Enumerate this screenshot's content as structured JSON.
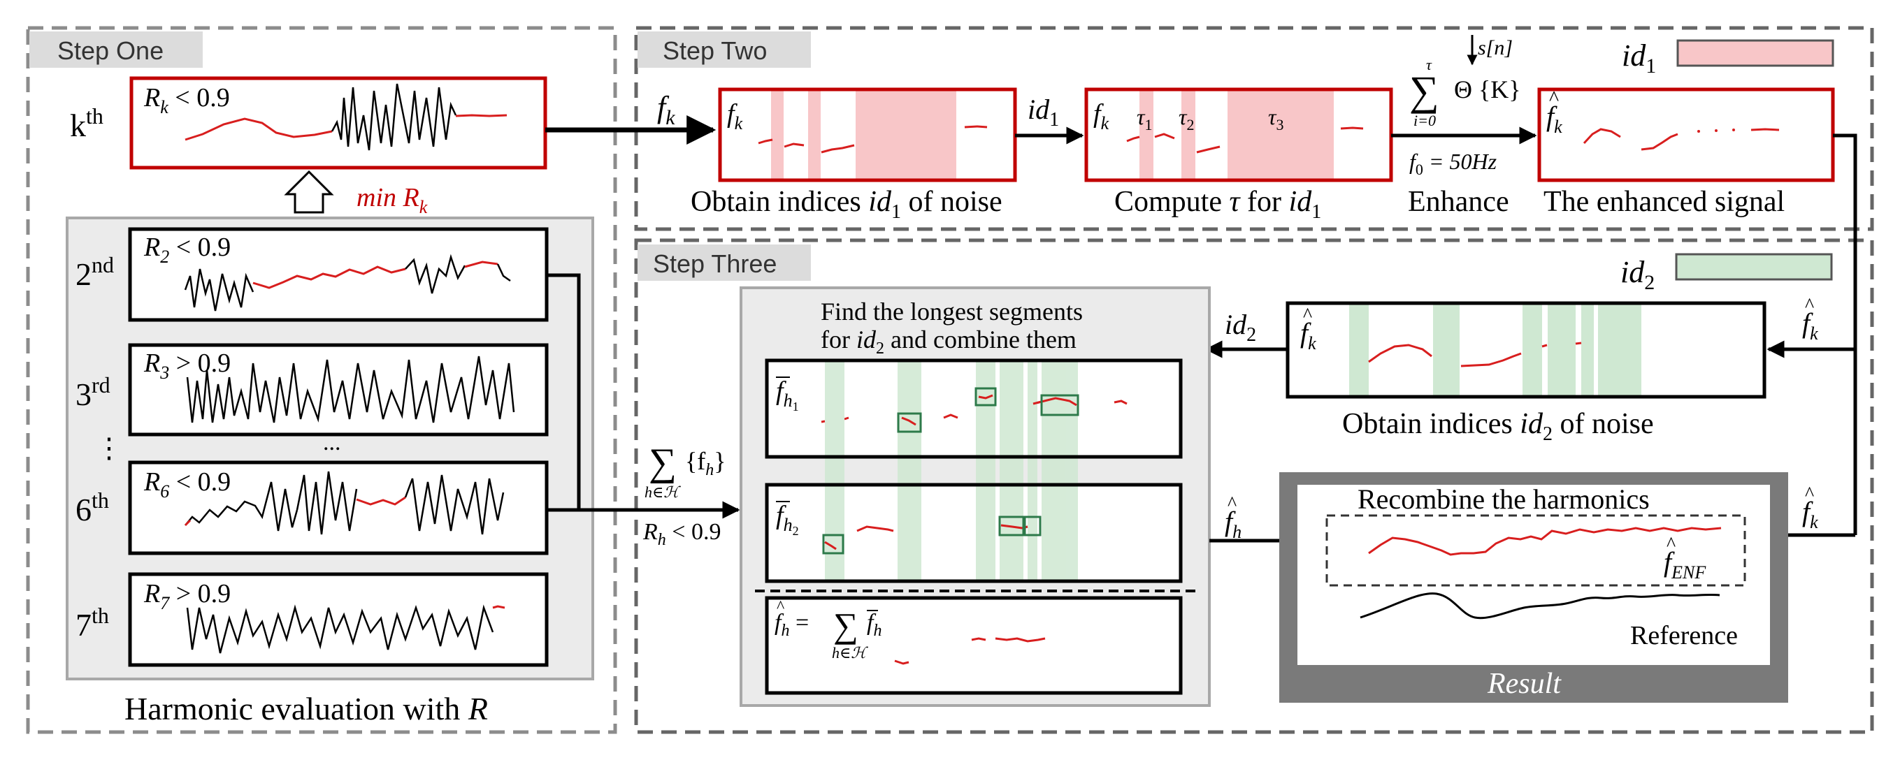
{
  "colors": {
    "signal_red": "#d81e1e",
    "box_red": "#c00000",
    "noise_pink": "#f8c6c8",
    "noise_green": "#cfe8d2",
    "highlight_green": "#2d7a4a",
    "panel_gray": "#ebebeb",
    "result_gray": "#7a7a7a",
    "dash_gray": "#8c8c8c"
  },
  "step_one": {
    "title": "Step One",
    "kth_label": "k",
    "kth_sup": "th",
    "kth_cond": "R",
    "kth_cond_sub": "k",
    "kth_cond_rest": " < 0.9",
    "min_label": "min R",
    "min_sub": "k",
    "harmonics": [
      {
        "ord": "2",
        "sup": "nd",
        "cond": "R",
        "sub": "2",
        "rest": " < 0.9"
      },
      {
        "ord": "3",
        "sup": "rd",
        "cond": "R",
        "sub": "3",
        "rest": " > 0.9"
      },
      {
        "ord": "6",
        "sup": "th",
        "cond": "R",
        "sub": "6",
        "rest": " < 0.9"
      },
      {
        "ord": "7",
        "sup": "th",
        "cond": "R",
        "sub": "7",
        "rest": " > 0.9"
      }
    ],
    "vdots": "⋮",
    "hdots": "...",
    "caption": "Harmonic evaluation with ",
    "caption_var": "R"
  },
  "step_two": {
    "title": "Step Two",
    "fk": "f",
    "fk_sub": "k",
    "box1_caption": "Obtain indices ",
    "box1_caption_var": "id",
    "box1_caption_sub": "1",
    "box1_caption_end": " of noise",
    "id1": "id",
    "id1_sub": "1",
    "tau_labels": [
      {
        "t": "τ",
        "s": "1"
      },
      {
        "t": "τ",
        "s": "2"
      },
      {
        "t": "τ",
        "s": "3"
      }
    ],
    "box2_caption": "Compute ",
    "box2_caption_tau": "τ",
    "box2_caption_mid": " for ",
    "box2_caption_var": "id",
    "box2_caption_sub": "1",
    "sum_sym": "∑",
    "sum_upper": "τ",
    "sum_lower": "i=0",
    "theta": "Θ {K}",
    "sn_label": "s[n]",
    "f0_label": "f",
    "f0_sub": "0",
    "f0_rest": " = 50Hz",
    "enhance": "Enhance",
    "box3_caption": "The enhanced signal",
    "legend_id1": "id",
    "legend_id1_sub": "1"
  },
  "step_three": {
    "title": "Step Three",
    "legend_id2": "id",
    "legend_id2_sub": "2",
    "find_line1": "Find the longest segments",
    "find_line2a": "for ",
    "find_var": "id",
    "find_sub": "2",
    "find_line2b": " and combine them",
    "fbar": "f",
    "fbar_sub1": "h",
    "fbar_sub1b": "1",
    "fbar_sub2b": "2",
    "fh_hat": "f",
    "fh_sub": "h",
    "sum_sym": "∑",
    "sum_lower": "h∈ℋ",
    "sum_body": "{f",
    "sum_body_sub": "h",
    "sum_body_end": "}",
    "rh_cond": "R",
    "rh_sub": "h",
    "rh_rest": " < 0.9",
    "formula_eq": " = ",
    "noise_caption": "Obtain indices ",
    "noise_caption_var": "id",
    "noise_caption_sub": "2",
    "noise_caption_end": " of noise",
    "id2": "id",
    "id2_sub": "2",
    "fk_hat": "f",
    "fk_sub": "k"
  },
  "result": {
    "recombine": "Recombine the harmonics",
    "enf": "f",
    "enf_sub": "ENF",
    "reference": "Reference",
    "title": "Result"
  }
}
